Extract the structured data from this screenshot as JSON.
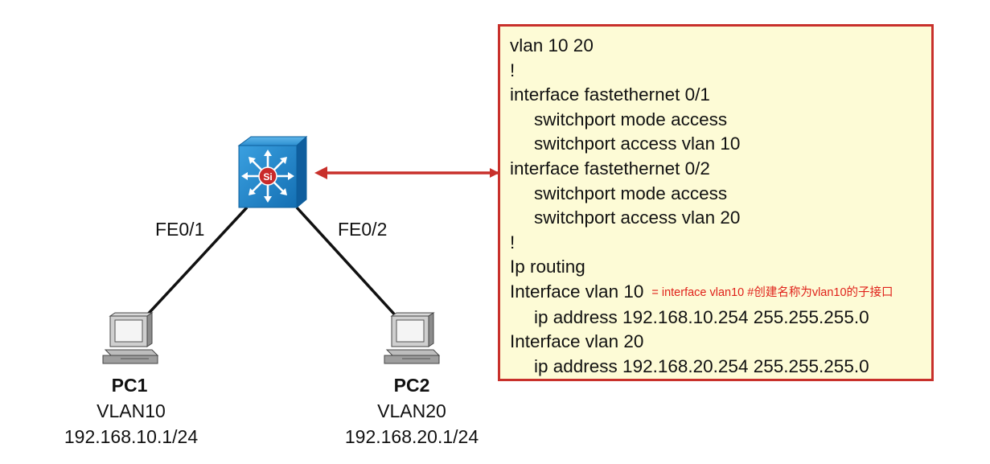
{
  "topology": {
    "switch": {
      "icon": "layer3-switch-icon",
      "badge": "Si",
      "color": "#1a8fd4"
    },
    "links": [
      {
        "port": "FE0/1"
      },
      {
        "port": "FE0/2"
      }
    ],
    "pcs": [
      {
        "name": "PC1",
        "vlan": "VLAN10",
        "ip": "192.168.10.1/24"
      },
      {
        "name": "PC2",
        "vlan": "VLAN20",
        "ip": "192.168.20.1/24"
      }
    ],
    "arrow_color": "#c8302b"
  },
  "config": {
    "lines": [
      {
        "text": "vlan 10 20",
        "indent": false
      },
      {
        "text": "!",
        "indent": false
      },
      {
        "text": "interface fastethernet 0/1",
        "indent": false
      },
      {
        "text": "switchport mode access",
        "indent": true
      },
      {
        "text": "switchport access vlan 10",
        "indent": true
      },
      {
        "text": "interface fastethernet 0/2",
        "indent": false
      },
      {
        "text": "switchport mode access",
        "indent": true
      },
      {
        "text": "switchport access vlan 20",
        "indent": true
      },
      {
        "text": "!",
        "indent": false
      },
      {
        "text": "Ip routing",
        "indent": false
      },
      {
        "text": "Interface vlan 10",
        "indent": false,
        "note": "= interface vlan10  #创建名称为vlan10的子接口"
      },
      {
        "text": "ip address 192.168.10.254 255.255.255.0",
        "indent": true
      },
      {
        "text": "Interface vlan 20",
        "indent": false
      },
      {
        "text": "ip address 192.168.20.254 255.255.255.0",
        "indent": true
      }
    ],
    "border_color": "#c8302b",
    "background_color": "#fdfbd6",
    "note_color": "#e0221b"
  }
}
